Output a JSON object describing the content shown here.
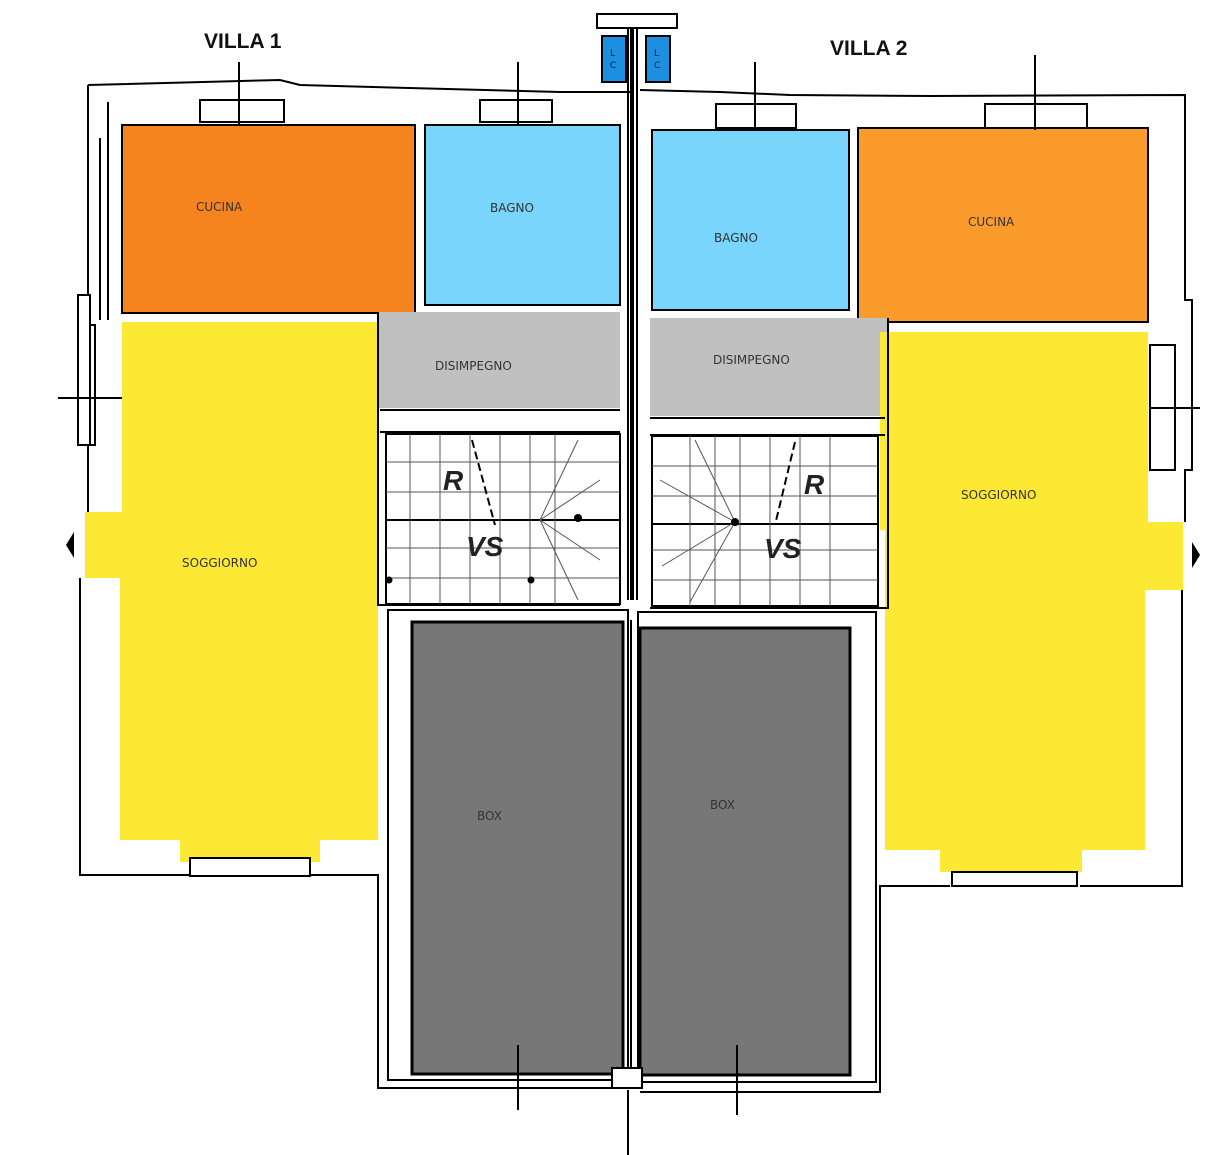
{
  "villas": [
    {
      "title": "VILLA 1"
    },
    {
      "title": "VILLA 2"
    }
  ],
  "rooms": {
    "villa1": {
      "kitchen": "CUCINA",
      "bathroom": "BAGNO",
      "hallway": "DISIMPEGNO",
      "living": "SOGGIORNO",
      "garage": "BOX",
      "stair_up": "R",
      "stair_down": "VS"
    },
    "villa2": {
      "kitchen": "CUCINA",
      "bathroom": "BAGNO",
      "hallway": "DISIMPEGNO",
      "living": "SOGGIORNO",
      "garage": "BOX",
      "stair_up": "R",
      "stair_down": "VS"
    }
  },
  "meter_boxes": [
    {
      "label_line1": "L",
      "label_line2": "C"
    },
    {
      "label_line1": "L",
      "label_line2": "C"
    }
  ],
  "colors": {
    "kitchen_v1": "#f5841f",
    "kitchen_v2": "#fb9b2c",
    "bathroom": "#79d5fb",
    "hallway": "#c0c0c0",
    "living": "#fde934",
    "garage": "#777777",
    "meter_box": "#1c8fe0"
  }
}
